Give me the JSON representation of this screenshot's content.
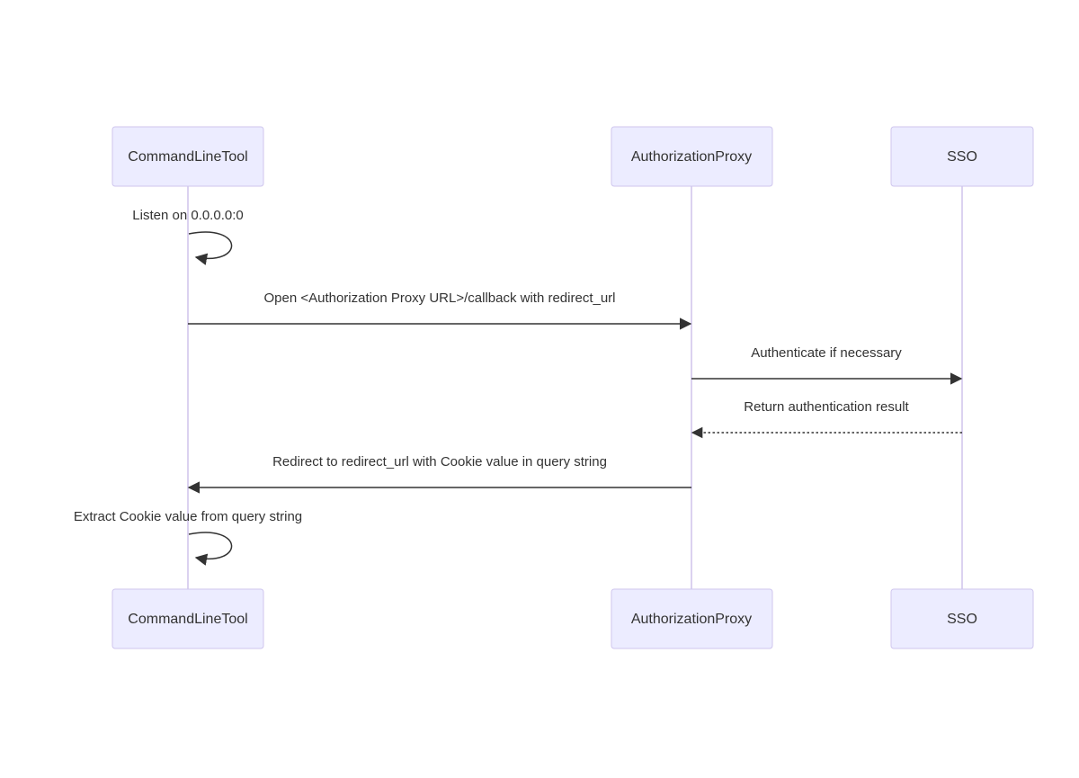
{
  "diagram": {
    "type": "sequence-diagram",
    "actors": [
      {
        "id": "CommandLineTool",
        "label": "CommandLineTool"
      },
      {
        "id": "AuthorizationProxy",
        "label": "AuthorizationProxy"
      },
      {
        "id": "SSO",
        "label": "SSO"
      }
    ],
    "messages": [
      {
        "from": "CommandLineTool",
        "to": "CommandLineTool",
        "style": "self-loop",
        "label": "Listen on 0.0.0.0:0"
      },
      {
        "from": "CommandLineTool",
        "to": "AuthorizationProxy",
        "style": "solid-arrow",
        "label": "Open <Authorization Proxy URL>/callback with redirect_url"
      },
      {
        "from": "AuthorizationProxy",
        "to": "SSO",
        "style": "solid-arrow",
        "label": "Authenticate if necessary"
      },
      {
        "from": "SSO",
        "to": "AuthorizationProxy",
        "style": "dotted-arrow",
        "label": "Return authentication result"
      },
      {
        "from": "AuthorizationProxy",
        "to": "CommandLineTool",
        "style": "solid-arrow",
        "label": "Redirect to redirect_url with Cookie value in query string"
      },
      {
        "from": "CommandLineTool",
        "to": "CommandLineTool",
        "style": "self-loop",
        "label": "Extract Cookie value from query string"
      }
    ],
    "colors": {
      "background": "#FFFFFF",
      "actor_fill": "#ECECFF",
      "actor_border": "#CFC6EE",
      "lifeline": "#CFC4EC",
      "message_line": "#333333",
      "text": "#333333"
    }
  }
}
